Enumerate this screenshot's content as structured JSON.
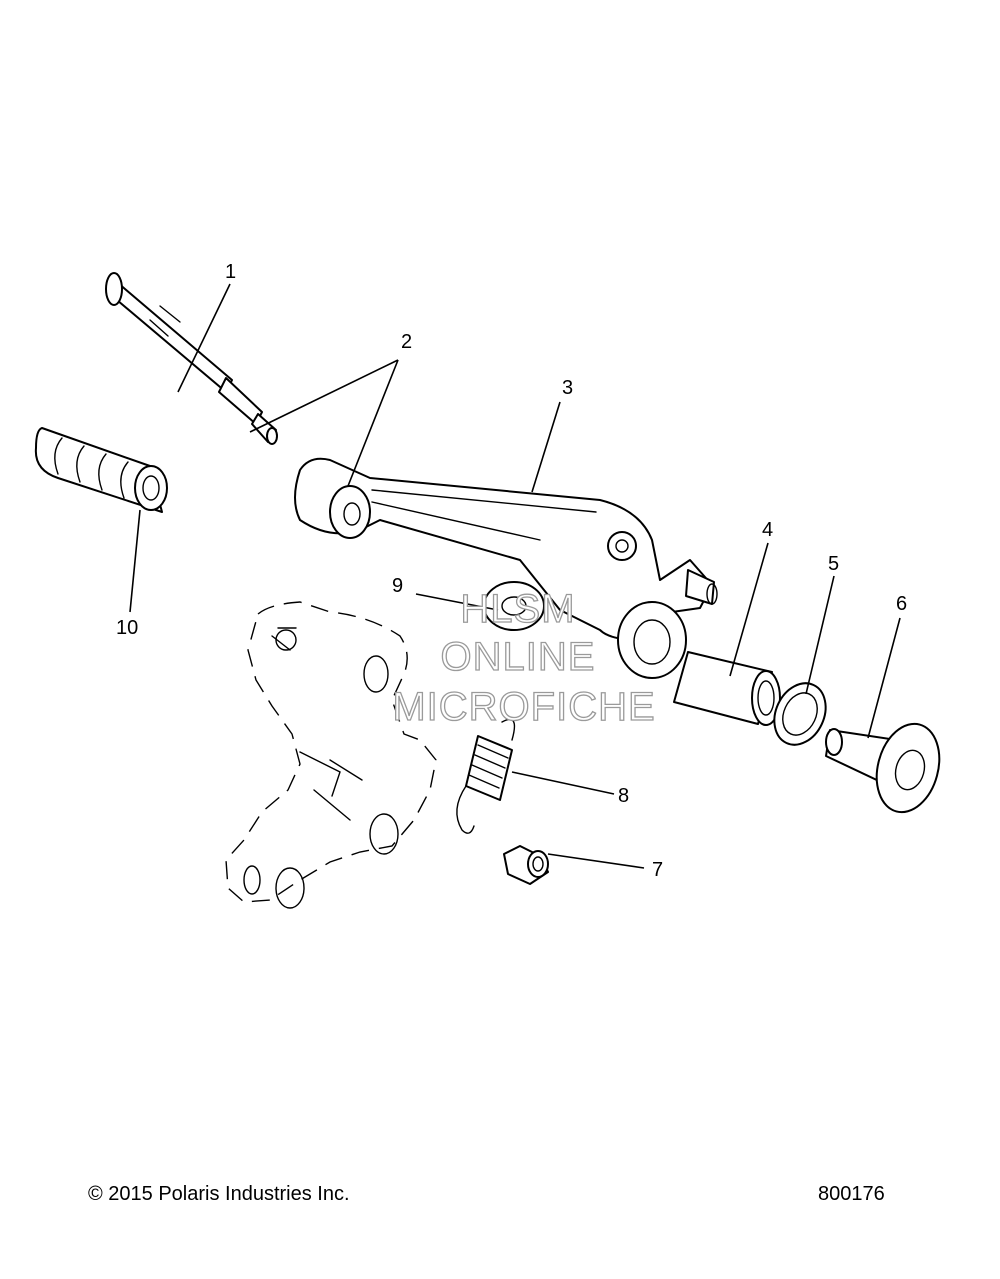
{
  "callouts": [
    {
      "id": "1",
      "label": "1"
    },
    {
      "id": "2",
      "label": "2"
    },
    {
      "id": "3",
      "label": "3"
    },
    {
      "id": "4",
      "label": "4"
    },
    {
      "id": "5",
      "label": "5"
    },
    {
      "id": "6",
      "label": "6"
    },
    {
      "id": "7",
      "label": "7"
    },
    {
      "id": "8",
      "label": "8"
    },
    {
      "id": "9",
      "label": "9"
    },
    {
      "id": "10",
      "label": "10"
    }
  ],
  "watermark": {
    "line1": "HLSM",
    "line2": "ONLINE",
    "line3": "MICROFICHE"
  },
  "footer": {
    "copyright": "© 2015 Polaris Industries Inc.",
    "diagram_number": "800176"
  }
}
